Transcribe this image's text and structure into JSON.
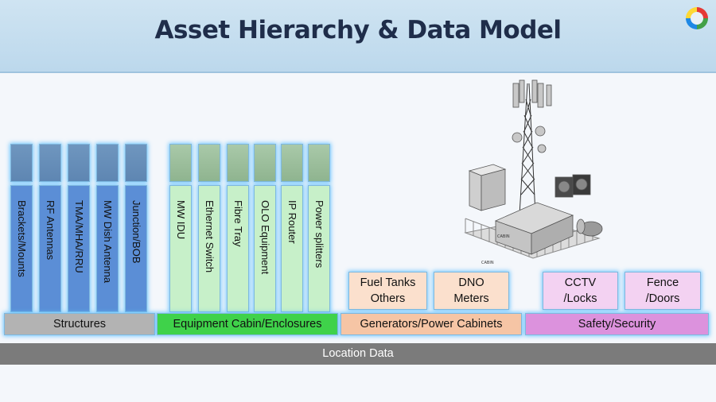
{
  "title": "Asset Hierarchy & Data Model",
  "structures": {
    "items": [
      "Brackets/Mounts",
      "RF Antennas",
      "TMA/MHA/RRU",
      "MW Dish Antenna",
      "Junction/BOB"
    ],
    "label": "Structures"
  },
  "equipment": {
    "items": [
      "MW IDU",
      "Ethernet Switch",
      "Fibre Tray",
      "OLO Equipment",
      "IP Router",
      "Power splitters"
    ],
    "label": "Equipment Cabin/Enclosures"
  },
  "generators": {
    "boxes": [
      {
        "line1": "Fuel Tanks",
        "line2": "Others"
      },
      {
        "line1": "DNO",
        "line2": "Meters"
      }
    ],
    "label": "Generators/Power Cabinets"
  },
  "safety": {
    "boxes": [
      {
        "line1": "CCTV",
        "line2": "/Locks"
      },
      {
        "line1": "Fence",
        "line2": "/Doors"
      }
    ],
    "label": "Safety/Security"
  },
  "location": "Location Data",
  "illustration": {
    "cabin_label": "CABIN",
    "cabin_label_2": "CABIN"
  },
  "colors": {
    "structures_blue": "#5b8ed6",
    "equipment_green": "#c7f0c9",
    "generators_orange": "#fbe0cd",
    "safety_pink": "#f3d2f2",
    "location_grey": "#7b7b7b"
  }
}
